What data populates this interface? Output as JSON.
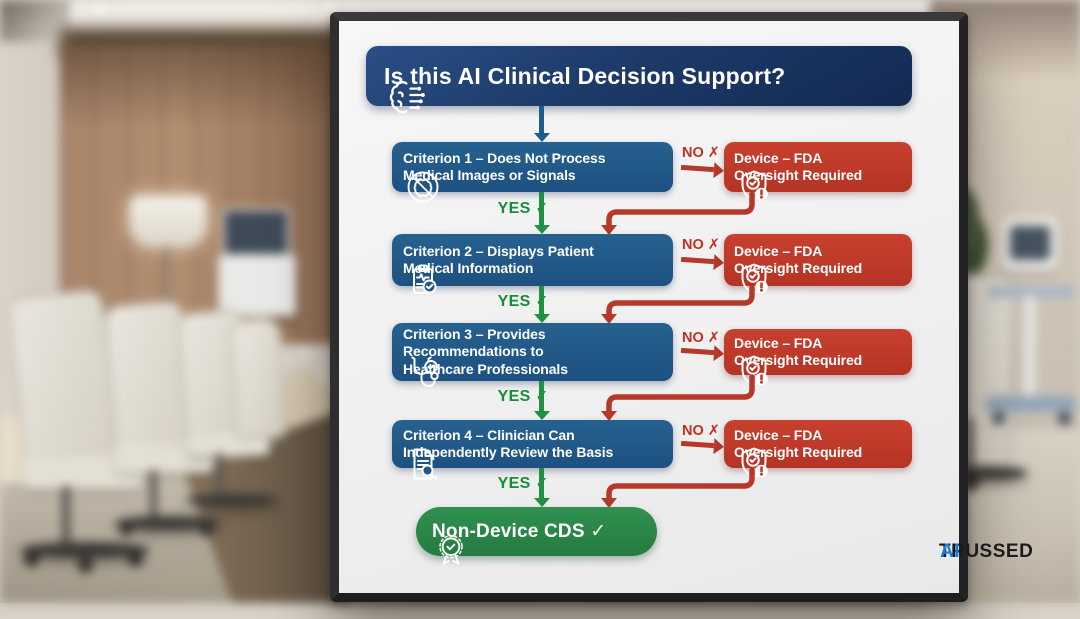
{
  "brand": {
    "name": "TRUSSED",
    "suffix": "AI"
  },
  "colors": {
    "header_navy": "#1d3a69",
    "criterion_blue": "#20588a",
    "device_red": "#c23a2b",
    "outcome_green": "#2b8a47",
    "yes_green": "#178d38",
    "no_red": "#c22f23",
    "brand_blue": "#1a7fd6"
  },
  "flowchart": {
    "title": "Is this AI Clinical Decision Support?",
    "title_icon": "brain-circuit-icon",
    "yes_label": "YES ✓",
    "no_label": "NO ✗",
    "criteria": [
      {
        "label": "Criterion 1 – Does Not Process\nMedical Images or Signals",
        "icon": "brain-slash-icon"
      },
      {
        "label": "Criterion 2 – Displays Patient\nMedical Information",
        "icon": "clipboard-vitals-icon"
      },
      {
        "label": "Criterion 3 – Provides\nRecommendations to\nHealthcare Professionals",
        "icon": "stethoscope-check-icon"
      },
      {
        "label": "Criterion 4 – Clinician Can\nIndependently Review the Basis",
        "icon": "document-review-icon"
      }
    ],
    "device_outcome": {
      "label": "Device – FDA\nOversight Required",
      "icon": "shield-alert-icon"
    },
    "final_outcome": {
      "label": "Non-Device CDS ✓",
      "icon": "award-check-icon"
    }
  }
}
